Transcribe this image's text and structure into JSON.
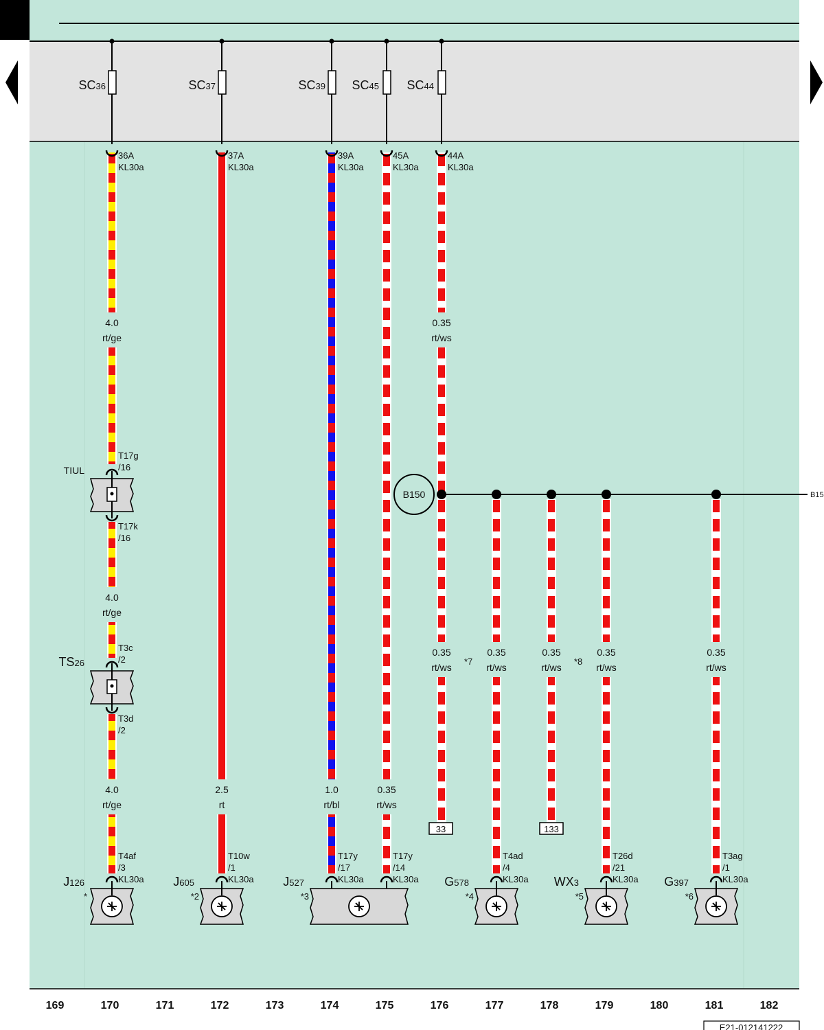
{
  "colors": {
    "background": "#c2e6da",
    "fuse_band": "#e3e3e3",
    "rt": "#ee1111",
    "ge": "#ffee00",
    "bl": "#1111ee",
    "ws": "#ffffff",
    "component": "#d8d8d8"
  },
  "fuses": [
    {
      "base": "SC",
      "sub": "36"
    },
    {
      "base": "SC",
      "sub": "37"
    },
    {
      "base": "SC",
      "sub": "39"
    },
    {
      "base": "SC",
      "sub": "45"
    },
    {
      "base": "SC",
      "sub": "44"
    }
  ],
  "terminals": [
    {
      "pin": "36A",
      "name": "KL30a"
    },
    {
      "pin": "37A",
      "name": "KL30a"
    },
    {
      "pin": "39A",
      "name": "KL30a"
    },
    {
      "pin": "45A",
      "name": "KL30a"
    },
    {
      "pin": "44A",
      "name": "KL30a"
    }
  ],
  "wire_labels": [
    {
      "size": "4.0",
      "color": "rt/ge"
    },
    {
      "size": "0.35",
      "color": "rt/ws"
    },
    {
      "size": "4.0",
      "color": "rt/ge"
    },
    {
      "size": "4.0",
      "color": "rt/ge"
    },
    {
      "size": "2.5",
      "color": "rt"
    },
    {
      "size": "1.0",
      "color": "rt/bl"
    },
    {
      "size": "0.35",
      "color": "rt/ws"
    },
    {
      "size": "0.35",
      "color": "rt/ws"
    },
    {
      "size": "0.35",
      "color": "rt/ws"
    },
    {
      "size": "0.35",
      "color": "rt/ws"
    },
    {
      "size": "0.35",
      "color": "rt/ws"
    },
    {
      "size": "0.35",
      "color": "rt/ws"
    }
  ],
  "connectors": [
    {
      "l1": "T17g",
      "l2": "/16"
    },
    {
      "l1": "T17k",
      "l2": "/16"
    },
    {
      "l1": "T3c",
      "l2": "/2"
    },
    {
      "l1": "T3d",
      "l2": "/2"
    },
    {
      "l1": "T4af",
      "l2": "/3",
      "l3": "KL30a"
    },
    {
      "l1": "T10w",
      "l2": "/1",
      "l3": "KL30a"
    },
    {
      "l1": "T17y",
      "l2": "/17",
      "l3": "KL30a"
    },
    {
      "l1": "T17y",
      "l2": "/14",
      "l3": "KL30a"
    },
    {
      "l1": "T4ad",
      "l2": "/4",
      "l3": "KL30a"
    },
    {
      "l1": "T26d",
      "l2": "/21",
      "l3": "KL30a"
    },
    {
      "l1": "T3ag",
      "l2": "/1",
      "l3": "KL30a"
    }
  ],
  "inline_components": [
    {
      "base": "TIUL",
      "sub": ""
    },
    {
      "base": "TS",
      "sub": "26"
    }
  ],
  "components": [
    {
      "base": "J",
      "sub": "126",
      "note": "*"
    },
    {
      "base": "J",
      "sub": "605",
      "note": "*2"
    },
    {
      "base": "J",
      "sub": "527",
      "note": "*3"
    },
    {
      "base": "G",
      "sub": "578",
      "note": "*4"
    },
    {
      "base": "WX",
      "sub": "3",
      "note": "*5"
    },
    {
      "base": "G",
      "sub": "397",
      "note": "*6"
    }
  ],
  "splice": {
    "label": "B150",
    "continuation": "B15"
  },
  "notes": [
    "*7",
    "*8"
  ],
  "references": [
    "33",
    "133"
  ],
  "grid_numbers": [
    "169",
    "170",
    "171",
    "172",
    "173",
    "174",
    "175",
    "176",
    "177",
    "178",
    "179",
    "180",
    "181",
    "182"
  ],
  "doc_code": "E21-012141222"
}
